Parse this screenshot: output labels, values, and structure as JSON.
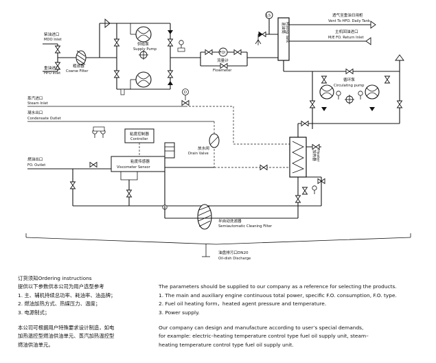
{
  "diagram": {
    "mdo_inlet_cn": "柴油进口",
    "mdo_inlet_en": "MDO Inlet",
    "hfo_inlet_cn": "重油进口",
    "hfo_inlet_en": "HFO Inlet",
    "coarse_filter_cn": "粗滤器",
    "coarse_filter_en": "Coarse Filter",
    "supply_pump_cn": "供给泵",
    "supply_pump_en": "Supply Pump",
    "flowmeter_tag": "FQI",
    "flowmeter_cn": "流量计",
    "flowmeter_en": "Flowmeter",
    "mixing_tank_cn": "混油筒",
    "mixing_tank_en": "Mixing Tank",
    "level_tag": "LS",
    "vent_cn": "透气至重油日用柜",
    "vent_en": "Vent To HFO. Daily Tank",
    "return_cn": "主机回油进口",
    "return_en": "M/E FO. Return Inlet",
    "circ_pump_cn": "循环泵",
    "circ_pump_en": "Circulating pump",
    "steam_inlet_cn": "蒸汽进口",
    "steam_inlet_en": "Steam Inlet",
    "condensate_cn": "凝水出口",
    "condensate_en": "Condensate Outlet",
    "controller_cn": "粘度控制器",
    "controller_en": "Controller",
    "vsensor_cn": "粘度传感器",
    "vsensor_en": "Viscometer Sensor",
    "fo_outlet_cn": "燃油出口",
    "fo_outlet_en": "FO. Outlet",
    "drain_cn": "放水阀",
    "drain_en": "Drain Valve",
    "heater_cn": "加热器",
    "heater_en": "Heater",
    "self_filter_cn": "半自动洗滤器",
    "self_filter_en": "Semiautomatic Cleaning Filter",
    "discharge_cn": "油盘排污口DN20",
    "discharge_en": "Oil-dish Discharge"
  },
  "notes": {
    "cn_title": "订货须知Ordering instructions",
    "cn_line1": "提供以下参数供本公司为用户选型参考",
    "cn_line2": "1. 主、辅机持续总功率、耗油率、油品牌；",
    "cn_line3": "2. 燃油加热方式、热媒压力、温度；",
    "cn_line4": "3. 电源制式；",
    "cn_b2_line1": "本公司可根据用户特殊要求设计制造，如电",
    "cn_b2_line2": "加热温控型燃油供油单元、蒸汽加热温控型",
    "cn_b2_line3": "燃油供油单元。",
    "en_line0": "The parameters should be supplied to our company as a reference for selecting the products.",
    "en_line1": "1. The main and auxiliary engine continuous total power, specific F.O. consumption, F.O. type.",
    "en_line2": "2. Fuel oil heating form，heated agent pressure and temperature.",
    "en_line3": "3. Power supply.",
    "en_b2_line1": "Our company can design and manufacture according to user’s special demands,",
    "en_b2_line2": "for example: electric–heating temperature control type fuel oil supply unit, steam–",
    "en_b2_line3": "heating temperature control type fuel oil supply unit."
  }
}
